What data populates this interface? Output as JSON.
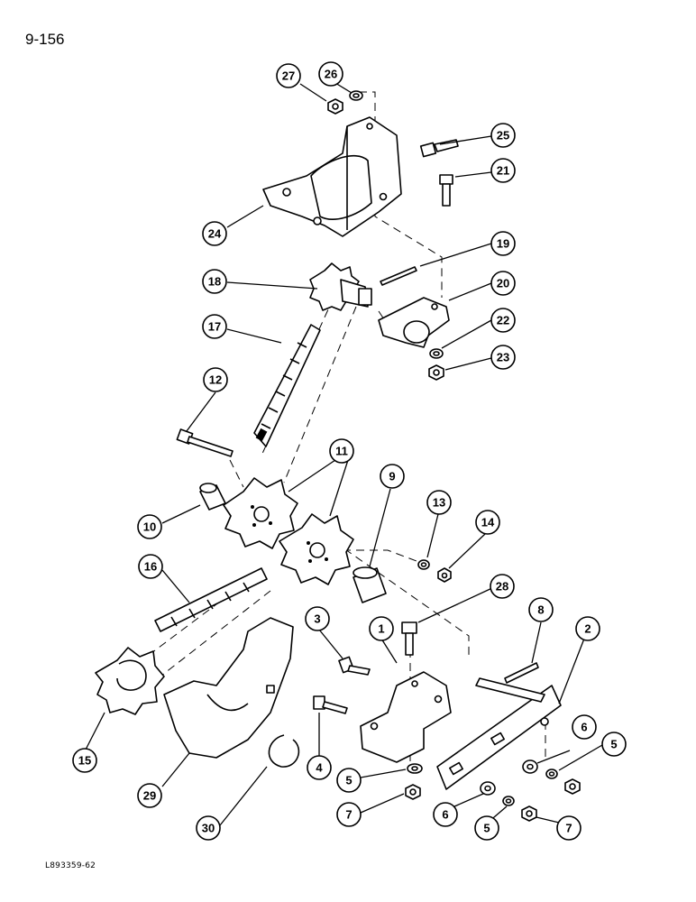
{
  "page": {
    "number": "9-156",
    "drawing_code": "L893359-62"
  },
  "callouts": [
    {
      "id": "c27",
      "label": "27"
    },
    {
      "id": "c26",
      "label": "26"
    },
    {
      "id": "c25",
      "label": "25"
    },
    {
      "id": "c21",
      "label": "21"
    },
    {
      "id": "c24",
      "label": "24"
    },
    {
      "id": "c19",
      "label": "19"
    },
    {
      "id": "c18",
      "label": "18"
    },
    {
      "id": "c20",
      "label": "20"
    },
    {
      "id": "c17",
      "label": "17"
    },
    {
      "id": "c22",
      "label": "22"
    },
    {
      "id": "c23",
      "label": "23"
    },
    {
      "id": "c12",
      "label": "12"
    },
    {
      "id": "c11",
      "label": "11"
    },
    {
      "id": "c9",
      "label": "9"
    },
    {
      "id": "c13",
      "label": "13"
    },
    {
      "id": "c14",
      "label": "14"
    },
    {
      "id": "c10",
      "label": "10"
    },
    {
      "id": "c16",
      "label": "16"
    },
    {
      "id": "c28",
      "label": "28"
    },
    {
      "id": "c8",
      "label": "8"
    },
    {
      "id": "c3",
      "label": "3"
    },
    {
      "id": "c1",
      "label": "1"
    },
    {
      "id": "c2",
      "label": "2"
    },
    {
      "id": "c15",
      "label": "15"
    },
    {
      "id": "c29",
      "label": "29"
    },
    {
      "id": "c4",
      "label": "4"
    },
    {
      "id": "c6a",
      "label": "6"
    },
    {
      "id": "c5a",
      "label": "5"
    },
    {
      "id": "c5b",
      "label": "5"
    },
    {
      "id": "c7a",
      "label": "7"
    },
    {
      "id": "c6b",
      "label": "6"
    },
    {
      "id": "c5c",
      "label": "5"
    },
    {
      "id": "c7b",
      "label": "7"
    },
    {
      "id": "c30",
      "label": "30"
    }
  ]
}
